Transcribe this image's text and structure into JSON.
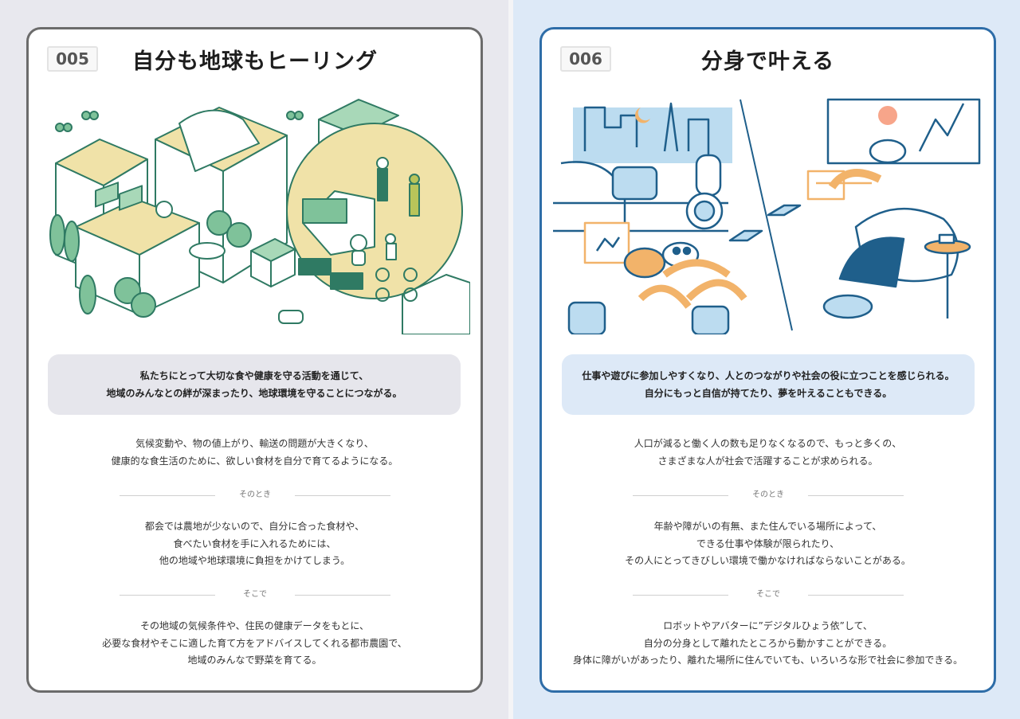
{
  "cards": [
    {
      "number": "005",
      "title": "自分も地球もヒーリング",
      "illustration": "isometric-urban-farming-city-scene",
      "summary": [
        "私たちにとって大切な食や健康を守る活動を通じて、",
        "地域のみんなとの絆が深まったり、地球環境を守ることにつながる。"
      ],
      "background": [
        "気候変動や、物の値上がり、輸送の問題が大きくなり、",
        "健康的な食生活のために、欲しい食材を自分で育てるようになる。"
      ],
      "divider1": "そのとき",
      "problem": [
        "都会では農地が少ないので、自分に合った食材や、",
        "食べたい食材を手に入れるためには、",
        "他の地域や地球環境に負担をかけてしまう。"
      ],
      "divider2": "そこで",
      "solution": [
        "その地域の気候条件や、住民の健康データをもとに、",
        "必要な食材やそこに適した育て方をアドバイスしてくれる都市農園で、",
        "地域のみんなで野菜を育てる。"
      ],
      "colors": {
        "border": "#6b6b6b",
        "panel": "#e8e8ee",
        "summary_bg": "#e6e6ec",
        "accent": "#2f7a63",
        "fill": "#7fc29a",
        "sand": "#f0e2a8"
      }
    },
    {
      "number": "006",
      "title": "分身で叶える",
      "illustration": "remote-robot-avatar-vr-scene",
      "summary": [
        "仕事や遊びに参加しやすくなり、人とのつながりや社会の役に立つことを感じられる。",
        "自分にもっと自信が持てたり、夢を叶えることもできる。"
      ],
      "background": [
        "人口が減ると働く人の数も足りなくなるので、もっと多くの、",
        "さまざまな人が社会で活躍することが求められる。"
      ],
      "divider1": "そのとき",
      "problem": [
        "年齢や障がいの有無、また住んでいる場所によって、",
        "できる仕事や体験が限られたり、",
        "その人にとってきびしい環境で働かなければならないことがある。"
      ],
      "divider2": "そこで",
      "solution": [
        "ロボットやアバターに”デジタルひょう依”して、",
        "自分の分身として離れたところから動かすことができる。",
        "身体に障がいがあったり、離れた場所に住んでいても、いろいろな形で社会に参加できる。"
      ],
      "colors": {
        "border": "#2e6da8",
        "panel": "#dde9f7",
        "summary_bg": "#dde9f7",
        "accent": "#1f5f8b",
        "fill": "#bcdcf0",
        "orange": "#f2b36a"
      }
    }
  ]
}
